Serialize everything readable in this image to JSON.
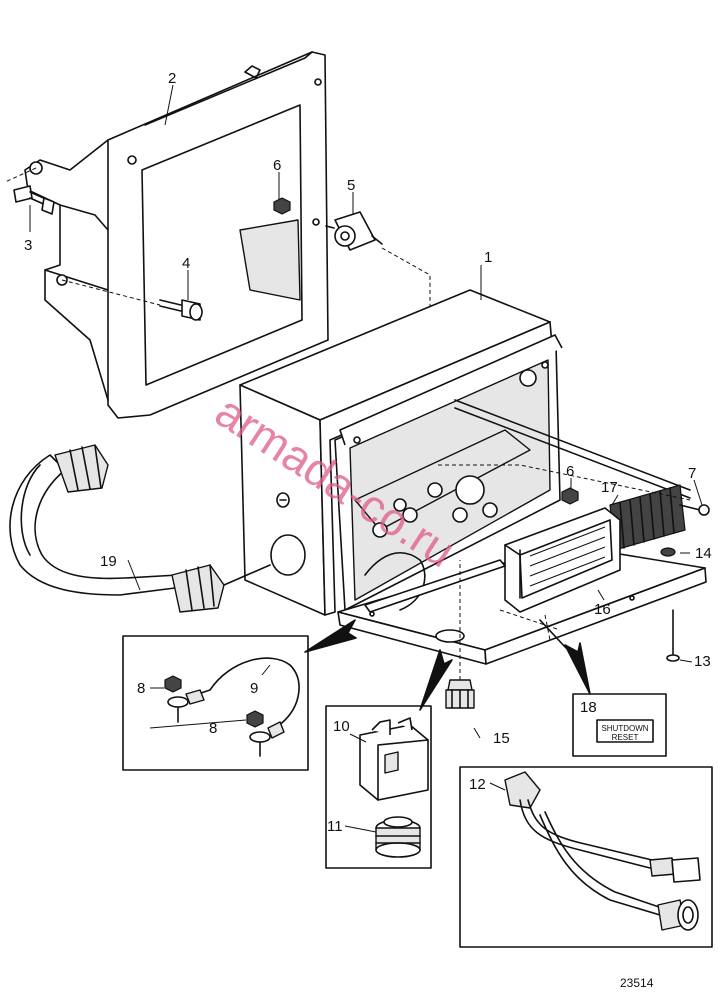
{
  "callouts": [
    "1",
    "2",
    "3",
    "4",
    "5",
    "6",
    "6",
    "7",
    "8",
    "8",
    "9",
    "10",
    "11",
    "12",
    "13",
    "14",
    "15",
    "16",
    "17",
    "18",
    "19"
  ],
  "label_plate": {
    "line1": "SHUTDOWN",
    "line2": "RESET"
  },
  "watermark": "armada-co.ru",
  "figure_number": "23514"
}
